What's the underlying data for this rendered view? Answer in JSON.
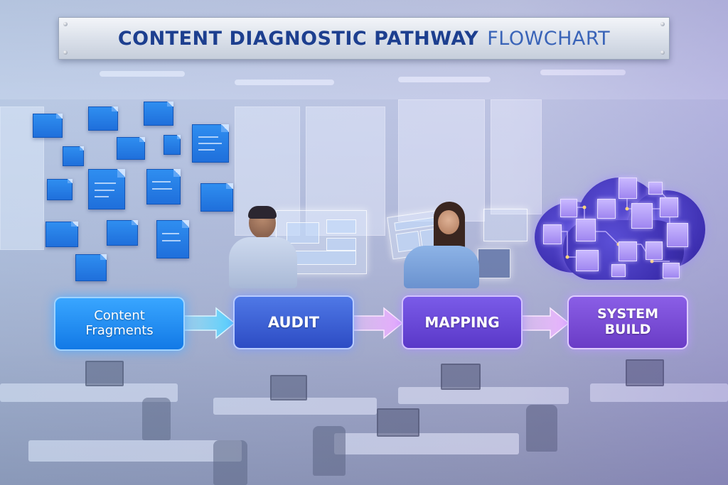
{
  "title": {
    "main": "CONTENT DIAGNOSTIC PATHWAY",
    "accent": "FLOWCHART"
  },
  "steps": [
    {
      "line1": "Content",
      "line2": "Fragments"
    },
    {
      "line1": "AUDIT",
      "line2": ""
    },
    {
      "line1": "MAPPING",
      "line2": ""
    },
    {
      "line1": "SYSTEM",
      "line2": "BUILD"
    }
  ],
  "colors": {
    "title_text": "#1d3f8f",
    "step_fragments": "#1279e6",
    "step_audit": "#2d4cc4",
    "step_mapping": "#5a38c8",
    "step_system_build": "#6a3cc6",
    "documents": "#1f6fdb",
    "cloud": "#3d2fb0"
  },
  "icons": [
    "document-icon",
    "hologram-screen-icon",
    "cloud-network-icon",
    "arrow-right-icon"
  ]
}
